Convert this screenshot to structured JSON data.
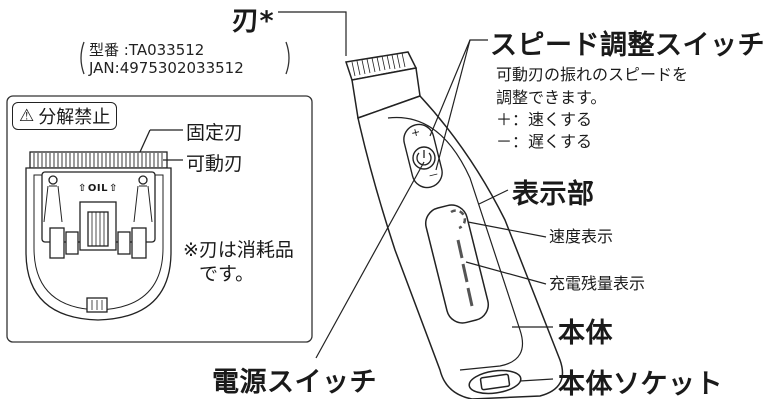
{
  "blade": {
    "label": "刃*"
  },
  "model": {
    "line1": "型番 :TA033512",
    "line2": "JAN:4975302033512"
  },
  "inset": {
    "warning_label": "分解禁止",
    "fixed_blade": "固定刃",
    "moving_blade": "可動刃",
    "oil_label": "OIL",
    "note_line1": "※刃は消耗品",
    "note_line2": "です。"
  },
  "speed_switch": {
    "title": "スピード調整スイッチ",
    "desc_line1": "可動刃の振れのスピードを",
    "desc_line2": "調整できます。",
    "plus_line": "＋：速くする",
    "minus_line": "－：遅くする",
    "plus_mark": "+",
    "minus_mark": "－"
  },
  "display": {
    "title": "表示部",
    "speed_display": "速度表示",
    "charge_display": "充電残量表示"
  },
  "body_label": "本体",
  "socket_label": "本体ソケット",
  "power_switch": "電源スイッチ"
}
